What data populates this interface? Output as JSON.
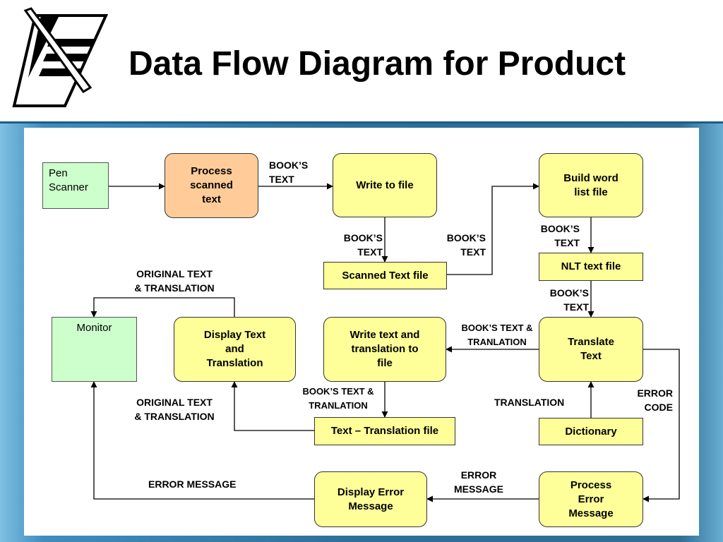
{
  "slide": {
    "title": "Data Flow Diagram for Product"
  },
  "logo": {
    "icon": "logo-icon"
  },
  "nodes": {
    "pen_scanner": "Pen\nScanner",
    "process_scanned_text": "Process\nscanned\ntext",
    "write_to_file": "Write to file",
    "build_word_list_file": "Build word\nlist file",
    "scanned_text_file": "Scanned Text file",
    "nlt_text_file": "NLT text file",
    "monitor": "Monitor",
    "display_text_translation": "Display Text\nand\nTranslation",
    "write_text_translation": "Write text and\ntranslation to\nfile",
    "translate_text": "Translate\nText",
    "text_translation_file": "Text – Translation file",
    "dictionary": "Dictionary",
    "display_error_message": "Display Error\nMessage",
    "process_error_message": "Process\nError\nMessage"
  },
  "flows": {
    "books_text_top": "BOOK’S\nTEXT",
    "books_text_left": "BOOK’S\nTEXT",
    "books_text_mid": "BOOK’S\nTEXT",
    "books_text_right_upper": "BOOK’S\nTEXT",
    "books_text_right_lower": "BOOK’S\nTEXT",
    "original_translation_top": "ORIGINAL TEXT\n& TRANSLATION",
    "original_translation_bottom": "ORIGINAL TEXT\n& TRANSLATION",
    "books_text_tranlation_upper": "BOOK’S TEXT &\nTRANLATION",
    "books_text_tranlation_lower": "BOOK’S TEXT &\nTRANLATION",
    "translation": "TRANSLATION",
    "error_code": "ERROR\nCODE",
    "error_message_left": "ERROR MESSAGE",
    "error_message_right": "ERROR\nMESSAGE"
  },
  "colors": {
    "entity_fill": "#ccffcc",
    "process_fill": "#ffff99",
    "process_highlight_fill": "#ffcc99",
    "store_fill": "#ffff99",
    "background_blue": "#2c6f98"
  }
}
